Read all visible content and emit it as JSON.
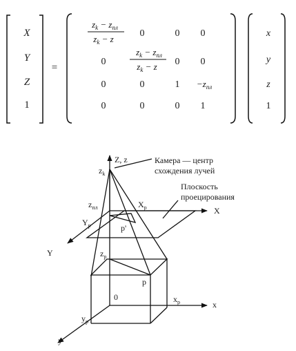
{
  "equation": {
    "lhs": [
      "X",
      "Y",
      "Z",
      "1"
    ],
    "equals": "=",
    "matrix": {
      "r1": {
        "num": "z",
        "num_sub1": "k",
        "minus": " − z",
        "num_sub2": "пл",
        "den": "z",
        "den_sub": "k",
        "den_tail": " − z",
        "c2": "0",
        "c3": "0",
        "c4": "0"
      },
      "r2": {
        "c1": "0",
        "num": "z",
        "num_sub1": "k",
        "minus": " − z",
        "num_sub2": "пл",
        "den": "z",
        "den_sub": "k",
        "den_tail": " − z",
        "c3": "0",
        "c4": "0"
      },
      "r3": {
        "c1": "0",
        "c2": "0",
        "c3": "1",
        "c4": "−z",
        "c4_sub": "пл"
      },
      "r4": {
        "c1": "0",
        "c2": "0",
        "c3": "0",
        "c4": "1"
      }
    },
    "rhs": [
      "x",
      "y",
      "z",
      "1"
    ]
  },
  "diagram": {
    "axis_Z": "Z, z",
    "z_k": "z",
    "z_k_sub": "k",
    "camera_line1": "Камера — центр",
    "camera_line2": "схождения лучей",
    "plane_line1": "Плоскость",
    "plane_line2": "проецирования",
    "z_pl": "z",
    "z_pl_sub": "пл",
    "X_p": "X",
    "X_p_sub": "p",
    "axis_X": "X",
    "Y_p": "Y",
    "Y_p_sub": "p",
    "p_prime": "p'",
    "axis_Y": "Y",
    "z_p": "z",
    "z_p_sub": "p",
    "p": "p",
    "origin": "0",
    "x_p": "x",
    "x_p_sub": "p",
    "axis_x": "x",
    "y_p": "y",
    "y_p_sub": "p",
    "axis_y": "y"
  }
}
